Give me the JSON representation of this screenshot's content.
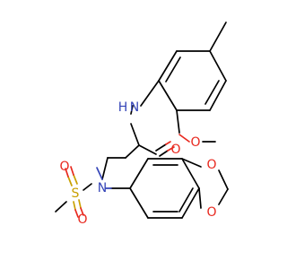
{
  "atoms": {
    "amide_n": "N",
    "amide_h": "H",
    "carbonyl_o": "O",
    "methoxy_o": "O",
    "amine_n": "N",
    "sulfur": "S",
    "sulfonyl_o_top": "O",
    "sulfonyl_o_bottom": "O",
    "dioxole_o_top": "O",
    "dioxole_o_bottom": "O"
  },
  "colors": {
    "bond": "#000000",
    "oxygen": "#e8281e",
    "nitrogen": "#3545b8",
    "sulfur": "#c9a000"
  }
}
